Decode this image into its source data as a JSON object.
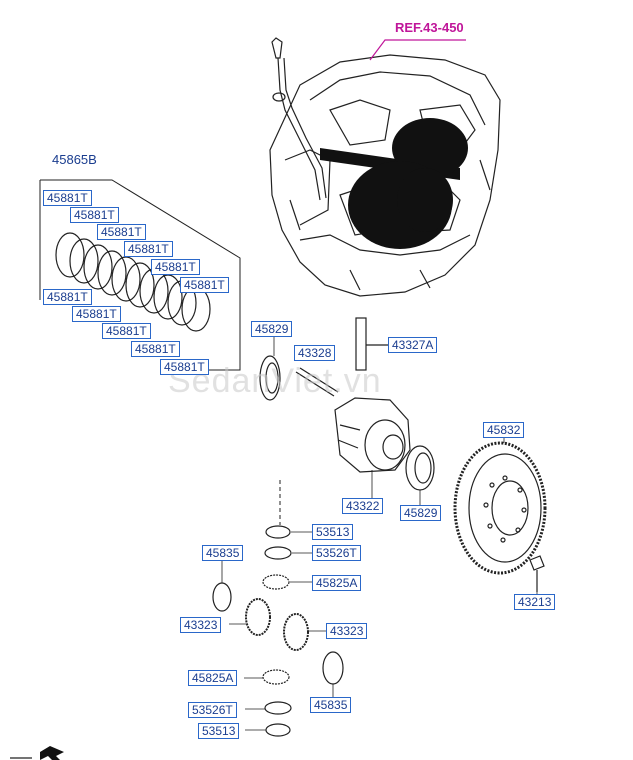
{
  "reference": "REF.43-450",
  "watermark": "SedanViet.vn",
  "assembly_label": "45865B",
  "parts": {
    "clutch_plate": "45881T",
    "oil_seal_left": "45829",
    "pin": "43328",
    "shaft": "43327A",
    "diff_case": "43322",
    "oil_seal_right": "45829",
    "ring_gear": "45832",
    "bolt": "43213",
    "washer_top": "53513",
    "washer_top2": "53526T",
    "pinion_top": "45825A",
    "thrust_left": "45835",
    "side_gear_left": "43323",
    "side_gear_right": "43323",
    "pinion_bottom": "45825A",
    "thrust_right": "45835",
    "washer_bottom": "53526T",
    "washer_bottom2": "53513"
  },
  "colors": {
    "label_text": "#1a3d8f",
    "label_border": "#2a67c9",
    "reference": "#c0169a",
    "drawing": "#222222"
  }
}
